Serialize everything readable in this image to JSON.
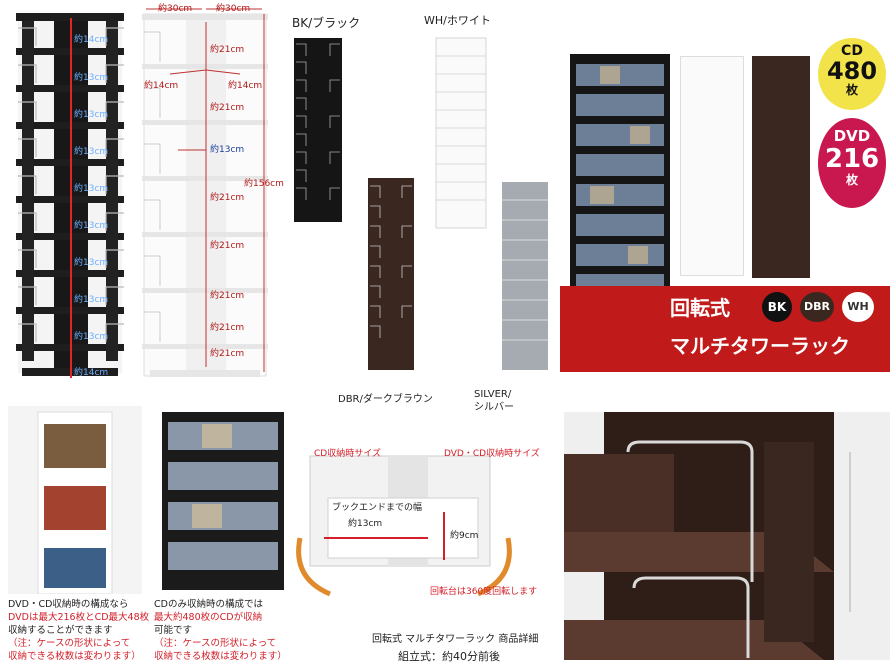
{
  "measurements": {
    "left_rack": {
      "heights": [
        "約14cm",
        "約13cm",
        "約13cm",
        "約13cm",
        "約13cm",
        "約13cm",
        "約13cm",
        "約13cm",
        "約13cm",
        "約14cm"
      ]
    },
    "white_rack": {
      "top_width_a": "約30cm",
      "top_width_b": "約30cm",
      "depth_a": "約14cm",
      "depth_b": "約14cm",
      "inner_width": "約21cm",
      "shelf_depth": "約13cm",
      "inner_heights": [
        "約21cm",
        "約21cm",
        "約21cm",
        "約21cm",
        "約21cm",
        "約21cm"
      ],
      "total_height": "約156cm"
    }
  },
  "variants": {
    "bk": "BK/ブラック",
    "wh": "WH/ホワイト",
    "dbr": "DBR/ダークブラウン",
    "silver": "SILVER/\nシルバー"
  },
  "colors": {
    "black": "#1c1c1c",
    "dark_brown": "#3a2720",
    "white": "#f8f8f8",
    "silver": "#a6abb1",
    "accent_red": "#d3202a",
    "badge_dvd": "#c8184f"
  },
  "product_panel": {
    "badge_cd_top": "CD",
    "badge_cd_count": "480",
    "badge_cd_unit": "枚",
    "badge_dvd_top": "DVD",
    "badge_dvd_count": "216",
    "badge_dvd_unit": "枚",
    "banner_line1": "回転式",
    "banner_line2": "マルチタワーラック",
    "chip_bk": "BK",
    "chip_dbr": "DBR",
    "chip_wh": "WH"
  },
  "captions": {
    "dvd_cd_mix": {
      "line1": "DVD・CD収納時の構成なら",
      "line2": "DVDは最大216枚とCD最大48枚",
      "line3": "収納することができます",
      "note1": "（注：ケースの形状によって",
      "note2": "収納できる枚数は変わります）"
    },
    "cd_only": {
      "line1": "CDのみ収納時の構成では",
      "line2": "最大約480枚のCDが収納",
      "line3": "可能です",
      "note1": "（注：ケースの形状によって",
      "note2": "収納できる枚数は変わります）"
    }
  },
  "detail_diagram": {
    "cd_label": "CD収納時サイズ",
    "dvd_label": "DVD・CD収納時サイズ",
    "bookend_label": "ブックエンドまでの幅",
    "bookend_width": "約13cm",
    "height_label": "約9cm",
    "rotate_note": "回転台は360度回転します"
  },
  "footer": {
    "title": "回転式 マルチタワーラック 商品詳細",
    "assembly": "組立式：約40分前後"
  }
}
